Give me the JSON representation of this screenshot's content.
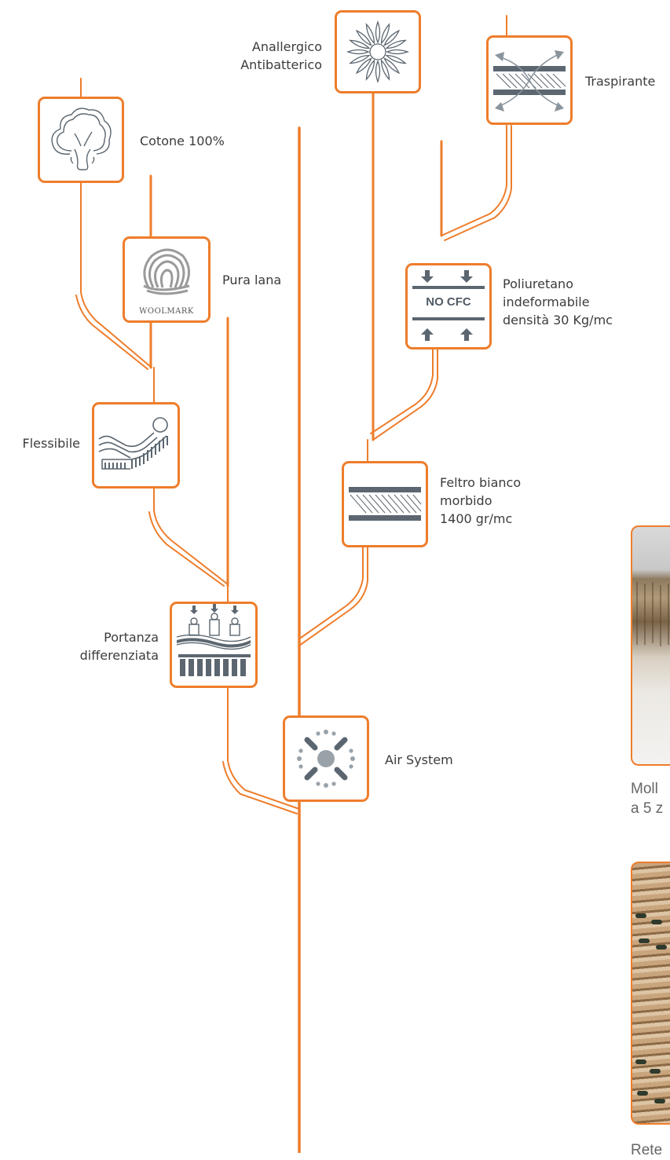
{
  "colors": {
    "accent": "#ee7d2b",
    "icon_gray": "#5b6670",
    "text": "#3c3c3c"
  },
  "features": {
    "anallergico": {
      "line1": "Anallergico",
      "line2": "Antibatterico",
      "icon": "flower-icon"
    },
    "traspirante": {
      "label": "Traspirante",
      "icon": "breathable-layers-icon"
    },
    "cotone": {
      "label": "Cotone 100%",
      "icon": "cotton-icon"
    },
    "lana": {
      "label": "Pura lana",
      "icon": "woolmark-icon",
      "brand": "WOOLMARK"
    },
    "poliuretano": {
      "line1": "Poliuretano",
      "line2": "indeformabile",
      "line3": "densità 30 Kg/mc",
      "icon": "no-cfc-icon",
      "badge": "NO CFC"
    },
    "flessibile": {
      "label": "Flessibile",
      "icon": "flexible-mattress-icon"
    },
    "feltro": {
      "line1": "Feltro bianco",
      "line2": "morbido",
      "line3": "1400 gr/mc",
      "icon": "felt-layer-icon"
    },
    "portanza": {
      "line1": "Portanza",
      "line2": "differenziata",
      "icon": "differentiated-support-icon"
    },
    "air": {
      "label": "Air System",
      "icon": "air-system-icon"
    }
  },
  "photos": {
    "springs": {
      "caption1": "Moll",
      "caption2": "a 5 z"
    },
    "slats": {
      "caption1": "Rete"
    }
  }
}
